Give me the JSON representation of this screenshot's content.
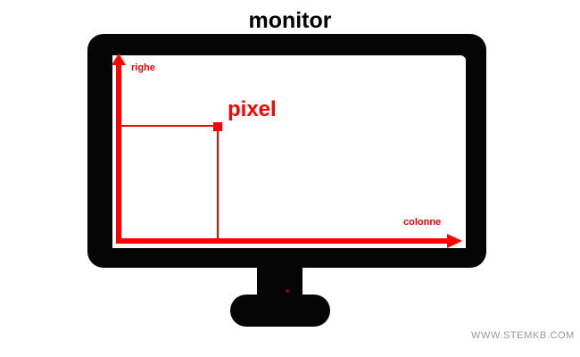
{
  "diagram": {
    "title": "monitor",
    "title_color": "#000000",
    "background_color": "#ffffff",
    "accent_color": "#ff0000",
    "body_color": "#050505",
    "screen_color": "#ffffff"
  },
  "monitor": {
    "body_label": "monitor-bezel",
    "screen_label": "monitor-screen",
    "neck_label": "monitor-stand-neck",
    "base_label": "monitor-stand-base"
  },
  "axes": {
    "vertical": {
      "label": "righe",
      "icon": "arrow-up-icon",
      "color": "#ff0000"
    },
    "horizontal": {
      "label": "colonne",
      "icon": "arrow-right-icon",
      "color": "#ff0000"
    }
  },
  "marker": {
    "label": "pixel",
    "color": "#ff0000",
    "shape": "square"
  },
  "watermark": {
    "text": "WWW.STEMKB.COM",
    "color": "#9a9a9a"
  }
}
